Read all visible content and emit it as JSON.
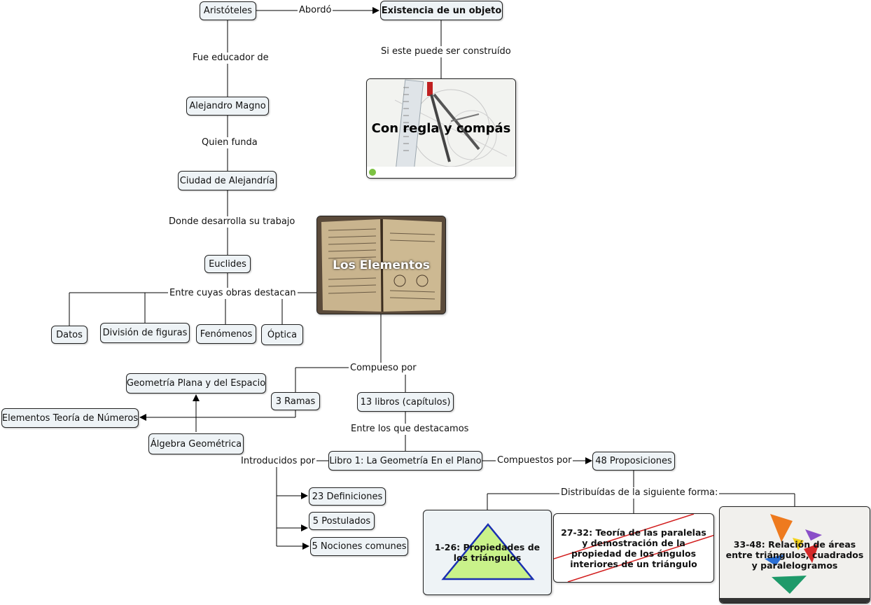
{
  "nodes": {
    "aristoteles": "Aristóteles",
    "existencia": "Existencia de un objeto",
    "regla_compas": "Con regla y compás",
    "alejandro": "Alejandro Magno",
    "alejandria": "Ciudad de Alejandría",
    "euclides": "Euclides",
    "los_elementos": "Los Elementos",
    "datos": "Datos",
    "division": "División de figuras",
    "fenomenos": "Fenómenos",
    "optica": "Óptica",
    "geometria_plana": "Geometría Plana y del Espacio",
    "tres_ramas": "3 Ramas",
    "trece_libros": "13 libros (capítulos)",
    "teoria_numeros": "Elementos Teoría de Números",
    "algebra_geom": "Álgebra Geométrica",
    "libro1": "Libro 1: La Geometría En el Plano",
    "proposiciones": "48 Proposiciones",
    "definiciones": "23 Definiciones",
    "postulados": "5 Postulados",
    "nociones": "5 Nociones comunes",
    "prop_1_26": "1-26: Propiedades de los triángulos",
    "prop_27_32": "27-32: Teoría de las paralelas y demostración de la propiedad de los ángulos interiores de un triángulo",
    "prop_33_48": "33-48: Relación de áreas entre triángulos, cuadrados y paralelogramos"
  },
  "links": {
    "abordo": "Abordó",
    "fue_educador": "Fue educador de",
    "si_este": "Si este puede ser construído",
    "quien_funda": "Quien funda",
    "donde_desarrolla": "Donde desarrolla su trabajo",
    "entre_cuyas": "Entre cuyas obras destacan",
    "compuesto_por": "Compueso por",
    "entre_los_que": "Entre los que destacamos",
    "introducidos": "Introducidos por",
    "compuestos_por": "Compuestos por",
    "distribuidas": "Distribuídas de la siguiente forma:"
  },
  "colors": {
    "node_bg": "#eef3f6",
    "line": "#000000",
    "triangle_fill": "#c9f28a",
    "triangle_stroke": "#1a2fb0",
    "strike": "#d21e1e"
  },
  "icons": [
    "book-photo",
    "compass-photo",
    "triangle-shape",
    "tangram-photo"
  ]
}
